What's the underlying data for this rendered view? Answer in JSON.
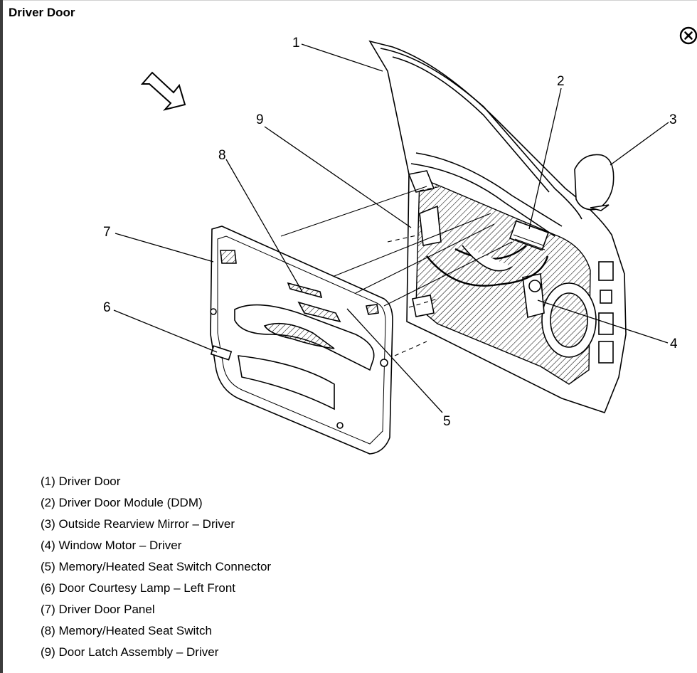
{
  "header": {
    "title": "Driver Door"
  },
  "icons": {
    "close": "close-circle-icon",
    "direction": "direction-arrow-icon"
  },
  "callouts": [
    "1",
    "2",
    "3",
    "4",
    "5",
    "6",
    "7",
    "8",
    "9"
  ],
  "legend": [
    "(1) Driver Door",
    "(2) Driver Door Module (DDM)",
    "(3) Outside Rearview Mirror – Driver",
    "(4) Window Motor – Driver",
    "(5) Memory/Heated Seat Switch Connector",
    "(6) Door Courtesy Lamp – Left Front",
    "(7) Driver Door Panel",
    "(8) Memory/Heated Seat Switch",
    "(9) Door Latch Assembly – Driver"
  ]
}
